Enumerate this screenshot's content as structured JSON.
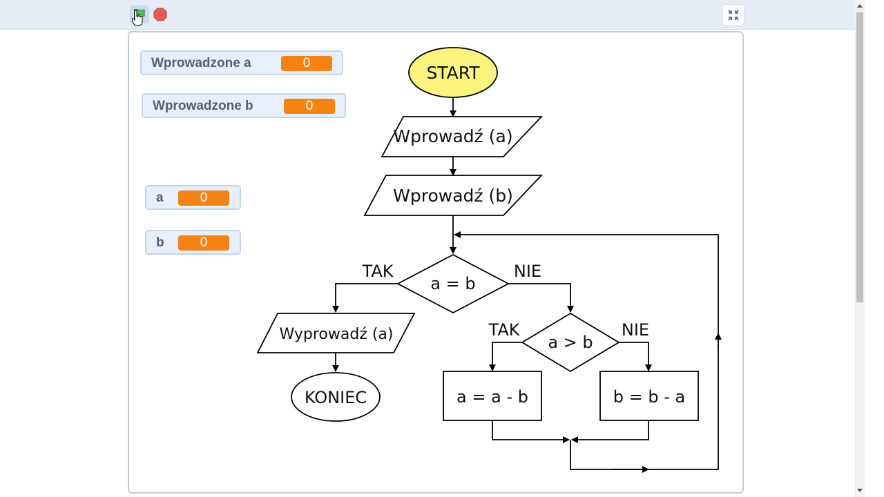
{
  "toolbar": {
    "green_flag_icon": "green-flag-icon",
    "stop_icon": "stop-icon",
    "fullscreen_icon": "exit-fullscreen-icon"
  },
  "monitors": [
    {
      "label": "Wprowadzone a",
      "value": "0"
    },
    {
      "label": "Wprowadzone b",
      "value": "0"
    },
    {
      "label": "a",
      "value": "0"
    },
    {
      "label": "b",
      "value": "0"
    }
  ],
  "flowchart": {
    "start": "START",
    "input_a": "Wprowadź (a)",
    "input_b": "Wprowadź (b)",
    "decision_eq": "a = b",
    "decision_gt": "a > b",
    "yes_label": "TAK",
    "no_label": "NIE",
    "output_a": "Wyprowadź (a)",
    "end": "KONIEC",
    "assign_a": "a = a - b",
    "assign_b": "b = b - a"
  },
  "colors": {
    "monitor_value": "#f48315",
    "start_fill": "#fbf47e",
    "flag_green": "#4cbf56",
    "stop_red": "#ec5959"
  }
}
